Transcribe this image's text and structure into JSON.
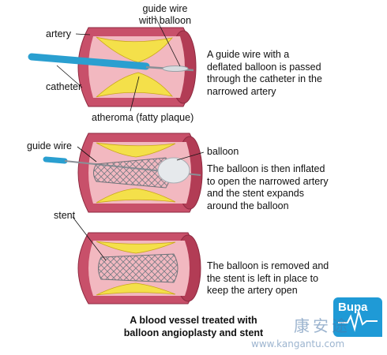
{
  "labels": {
    "guide_wire_with_balloon": [
      "guide wire",
      "with balloon"
    ],
    "artery": "artery",
    "catheter": "catheter",
    "atheroma": "atheroma (fatty plaque)",
    "guide_wire": "guide wire",
    "balloon": "balloon",
    "stent": "stent"
  },
  "descriptions": {
    "step1": [
      "A guide wire with a",
      "deflated balloon is passed",
      "through the catheter in the",
      "narrowed artery"
    ],
    "step2": [
      "The balloon is then inflated",
      "to open the narrowed artery",
      "and the stent expands",
      "around the balloon"
    ],
    "step3": [
      "The balloon is removed and",
      "the stent is left in place to",
      "keep the artery open"
    ]
  },
  "caption": [
    "A blood vessel treated with",
    "balloon angioplasty and stent"
  ],
  "logo": {
    "brand": "Bupa",
    "watermark_cn": "康安途",
    "watermark_url": "www.kangantu.com"
  },
  "colors": {
    "artery_wall": "#c8506a",
    "artery_inner": "#f2b8c0",
    "plaque": "#f4e04a",
    "catheter": "#2a9fd0",
    "badge": "#1f9ad6"
  }
}
